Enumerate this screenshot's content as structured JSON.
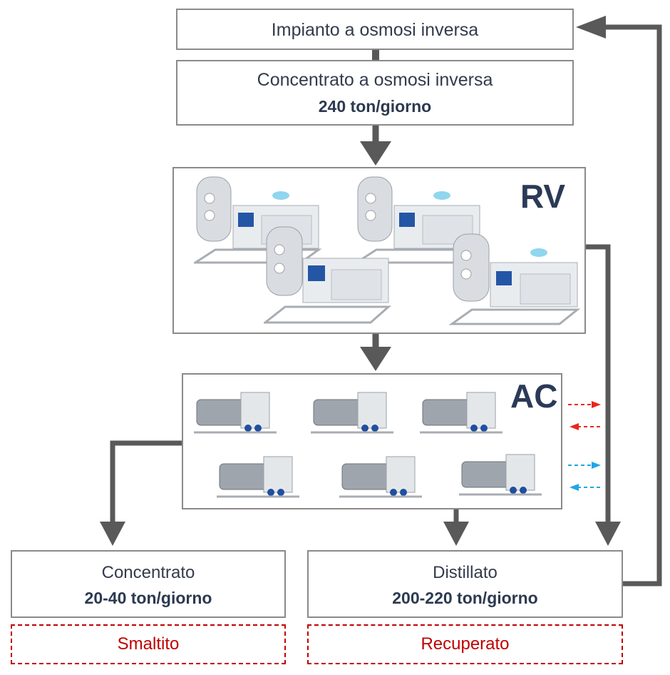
{
  "ro_plant": {
    "label": "Impianto a osmosi inversa"
  },
  "ro_concentrate": {
    "label": "Concentrato a osmosi inversa",
    "value": "240 ton/giorno"
  },
  "rv": {
    "label": "RV"
  },
  "ac": {
    "label": "AC"
  },
  "concentrate": {
    "label": "Concentrato",
    "value": "20-40 ton/giorno",
    "status": "Smaltito"
  },
  "distillate": {
    "label": "Distillato",
    "value": "200-220 ton/giorno",
    "status": "Recuperato"
  },
  "colors": {
    "arrow": "#595959",
    "border": "#8a8a8a",
    "hot": "#e8291b",
    "cold": "#1fa7e6",
    "status": "#c00000"
  }
}
